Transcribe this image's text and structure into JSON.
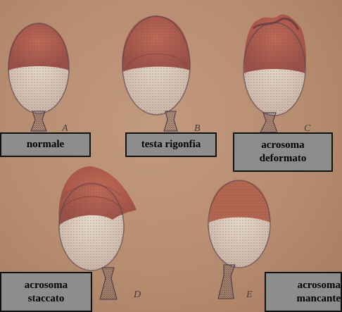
{
  "labels": {
    "a": [
      "normale"
    ],
    "b": [
      "testa rigonfia"
    ],
    "c": [
      "acrosoma",
      "deformato"
    ],
    "d": [
      "acrosoma",
      "staccato"
    ],
    "e": [
      "acrosoma",
      "mancante"
    ]
  },
  "figure_letters": {
    "a": "A",
    "b": "B",
    "c": "C",
    "d": "D",
    "e": "E"
  },
  "colors": {
    "background": "#b88e72",
    "acrosome": "#b35f4e",
    "head_base": "#e6d6c2",
    "stipple": "#5a4a5e",
    "label_bg": "#8d8d8d",
    "label_border": "#111111"
  }
}
